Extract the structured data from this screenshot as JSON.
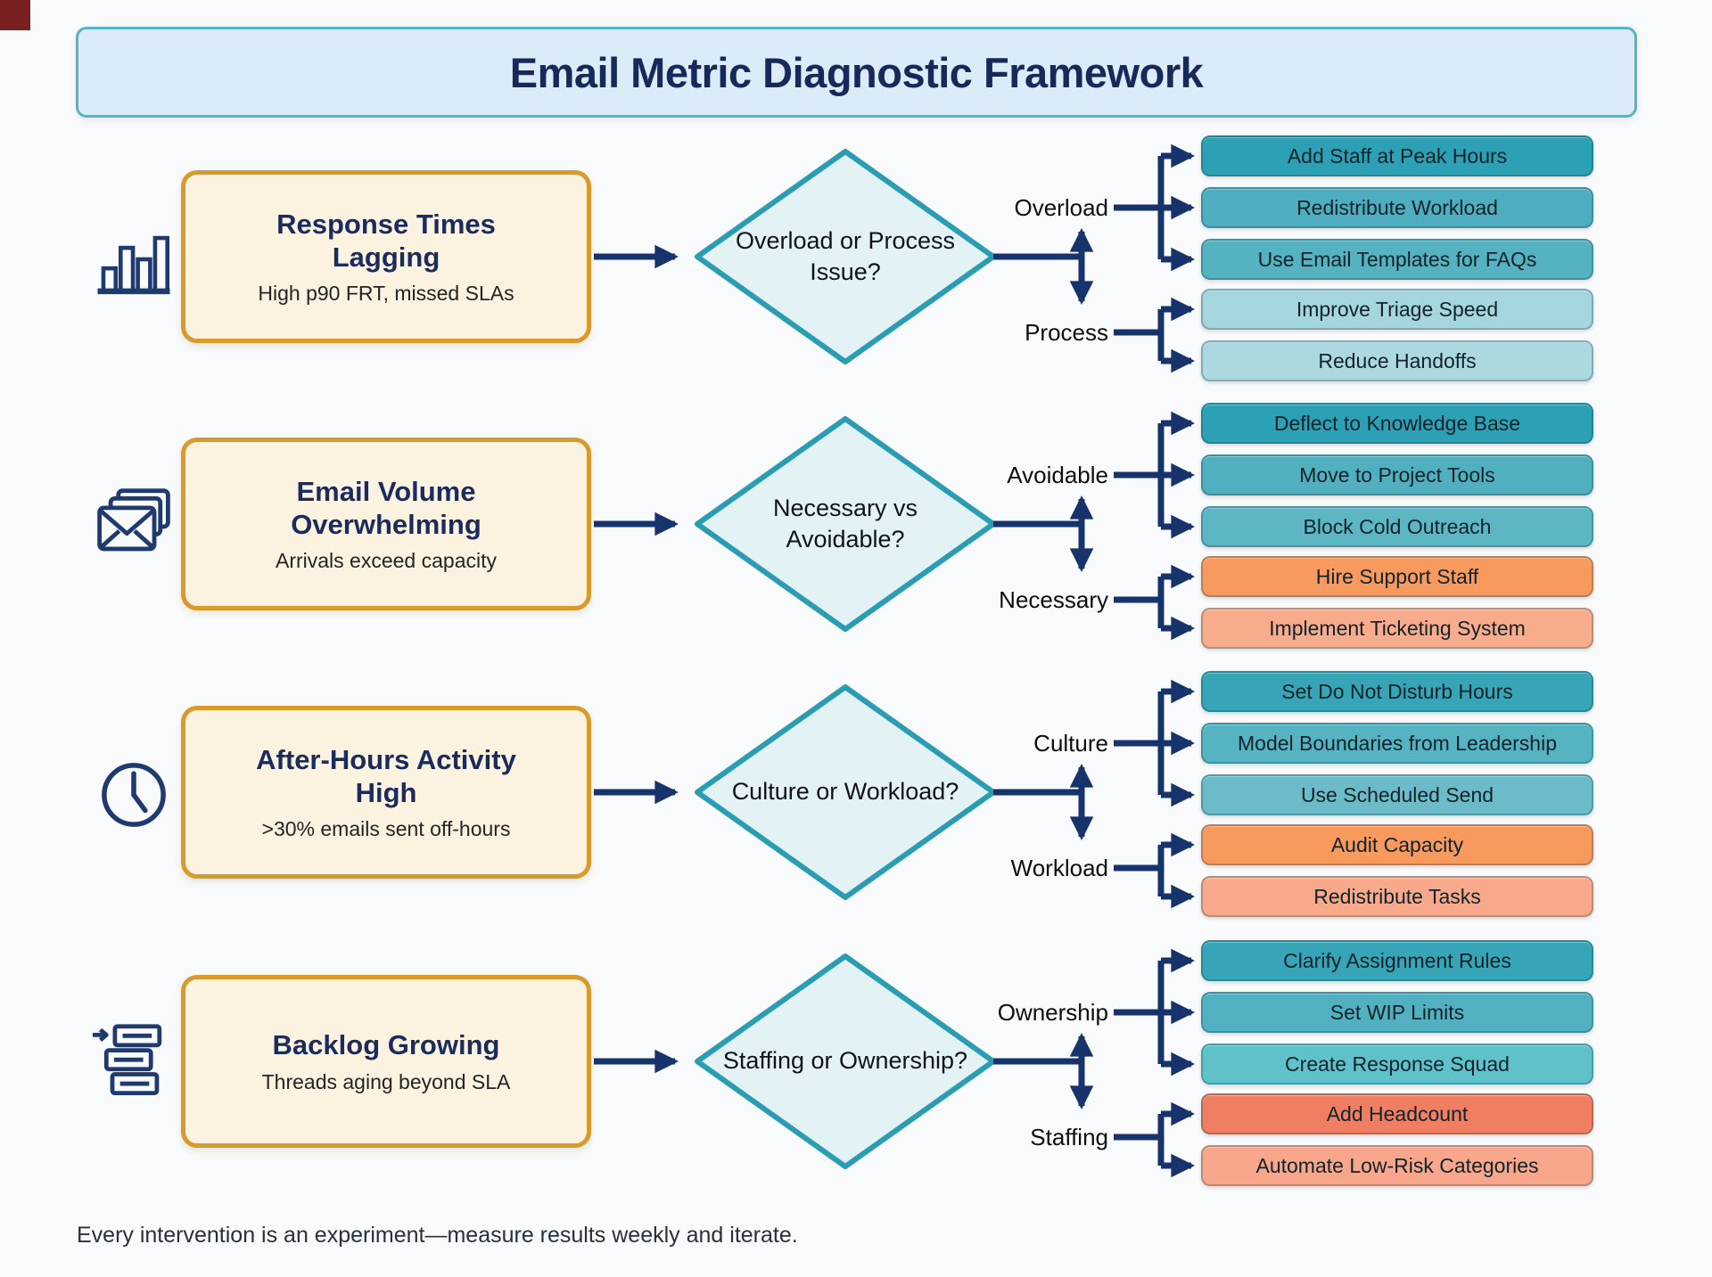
{
  "title": "Email Metric Diagnostic Framework",
  "footer": "Every intervention is an experiment—measure results weekly and iterate.",
  "colors": {
    "background": "#f9fafb",
    "line_navy": "#17336b",
    "title_fill": "#dcebf8",
    "title_border": "#55b4c7",
    "problem_fill": "#fbf2e0",
    "problem_border": "#d99a2b",
    "diamond_fill": "#e3f2f5",
    "diamond_border": "#2b9db2",
    "corner_artifact": "#7a1f1f"
  },
  "rows": [
    {
      "icon": "bar-chart-icon",
      "problem": {
        "title": "Response Times Lagging",
        "subtitle": "High p90 FRT, missed SLAs"
      },
      "decision": "Overload or Process Issue?",
      "branch_top": {
        "label": "Overload",
        "actions": [
          {
            "label": "Add Staff at Peak Hours",
            "color": "#2ca0b4"
          },
          {
            "label": "Redistribute Workload",
            "color": "#4eaebf"
          },
          {
            "label": "Use Email Templates for FAQs",
            "color": "#55b2c1"
          }
        ]
      },
      "branch_bottom": {
        "label": "Process",
        "actions": [
          {
            "label": "Improve Triage Speed",
            "color": "#a5d6dd"
          },
          {
            "label": "Reduce Handoffs",
            "color": "#acd9df"
          }
        ]
      }
    },
    {
      "icon": "stacked-envelopes-icon",
      "problem": {
        "title": "Email Volume Overwhelming",
        "subtitle": "Arrivals exceed capacity"
      },
      "decision": "Necessary vs Avoidable?",
      "branch_top": {
        "label": "Avoidable",
        "actions": [
          {
            "label": "Deflect to Knowledge Base",
            "color": "#2ca0b4"
          },
          {
            "label": "Move to Project Tools",
            "color": "#50b0c0"
          },
          {
            "label": "Block Cold Outreach",
            "color": "#5cb6c3"
          }
        ]
      },
      "branch_bottom": {
        "label": "Necessary",
        "actions": [
          {
            "label": "Hire Support Staff",
            "color": "#f8995d"
          },
          {
            "label": "Implement Ticketing System",
            "color": "#f9ac8b"
          }
        ]
      }
    },
    {
      "icon": "clock-icon",
      "problem": {
        "title": "After-Hours Activity High",
        "subtitle": ">30% emails sent off-hours"
      },
      "decision": "Culture or Workload?",
      "branch_top": {
        "label": "Culture",
        "actions": [
          {
            "label": "Set Do Not Disturb Hours",
            "color": "#36a5b7"
          },
          {
            "label": "Model Boundaries from Leadership",
            "color": "#56b3c2"
          },
          {
            "label": "Use Scheduled Send",
            "color": "#6bbcc8"
          }
        ]
      },
      "branch_bottom": {
        "label": "Workload",
        "actions": [
          {
            "label": "Audit Capacity",
            "color": "#f8995d"
          },
          {
            "label": "Redistribute Tasks",
            "color": "#f8a98b"
          }
        ]
      }
    },
    {
      "icon": "inbox-stack-icon",
      "problem": {
        "title": "Backlog Growing",
        "subtitle": "Threads aging beyond SLA"
      },
      "decision": "Staffing or Ownership?",
      "branch_top": {
        "label": "Ownership",
        "actions": [
          {
            "label": "Clarify Assignment Rules",
            "color": "#36a5b7"
          },
          {
            "label": "Set WIP Limits",
            "color": "#52b1c1"
          },
          {
            "label": "Create Response Squad",
            "color": "#5fc2cb"
          }
        ]
      },
      "branch_bottom": {
        "label": "Staffing",
        "actions": [
          {
            "label": "Add Headcount",
            "color": "#ef7e62"
          },
          {
            "label": "Automate Low-Risk Categories",
            "color": "#f8a78c"
          }
        ]
      }
    }
  ]
}
